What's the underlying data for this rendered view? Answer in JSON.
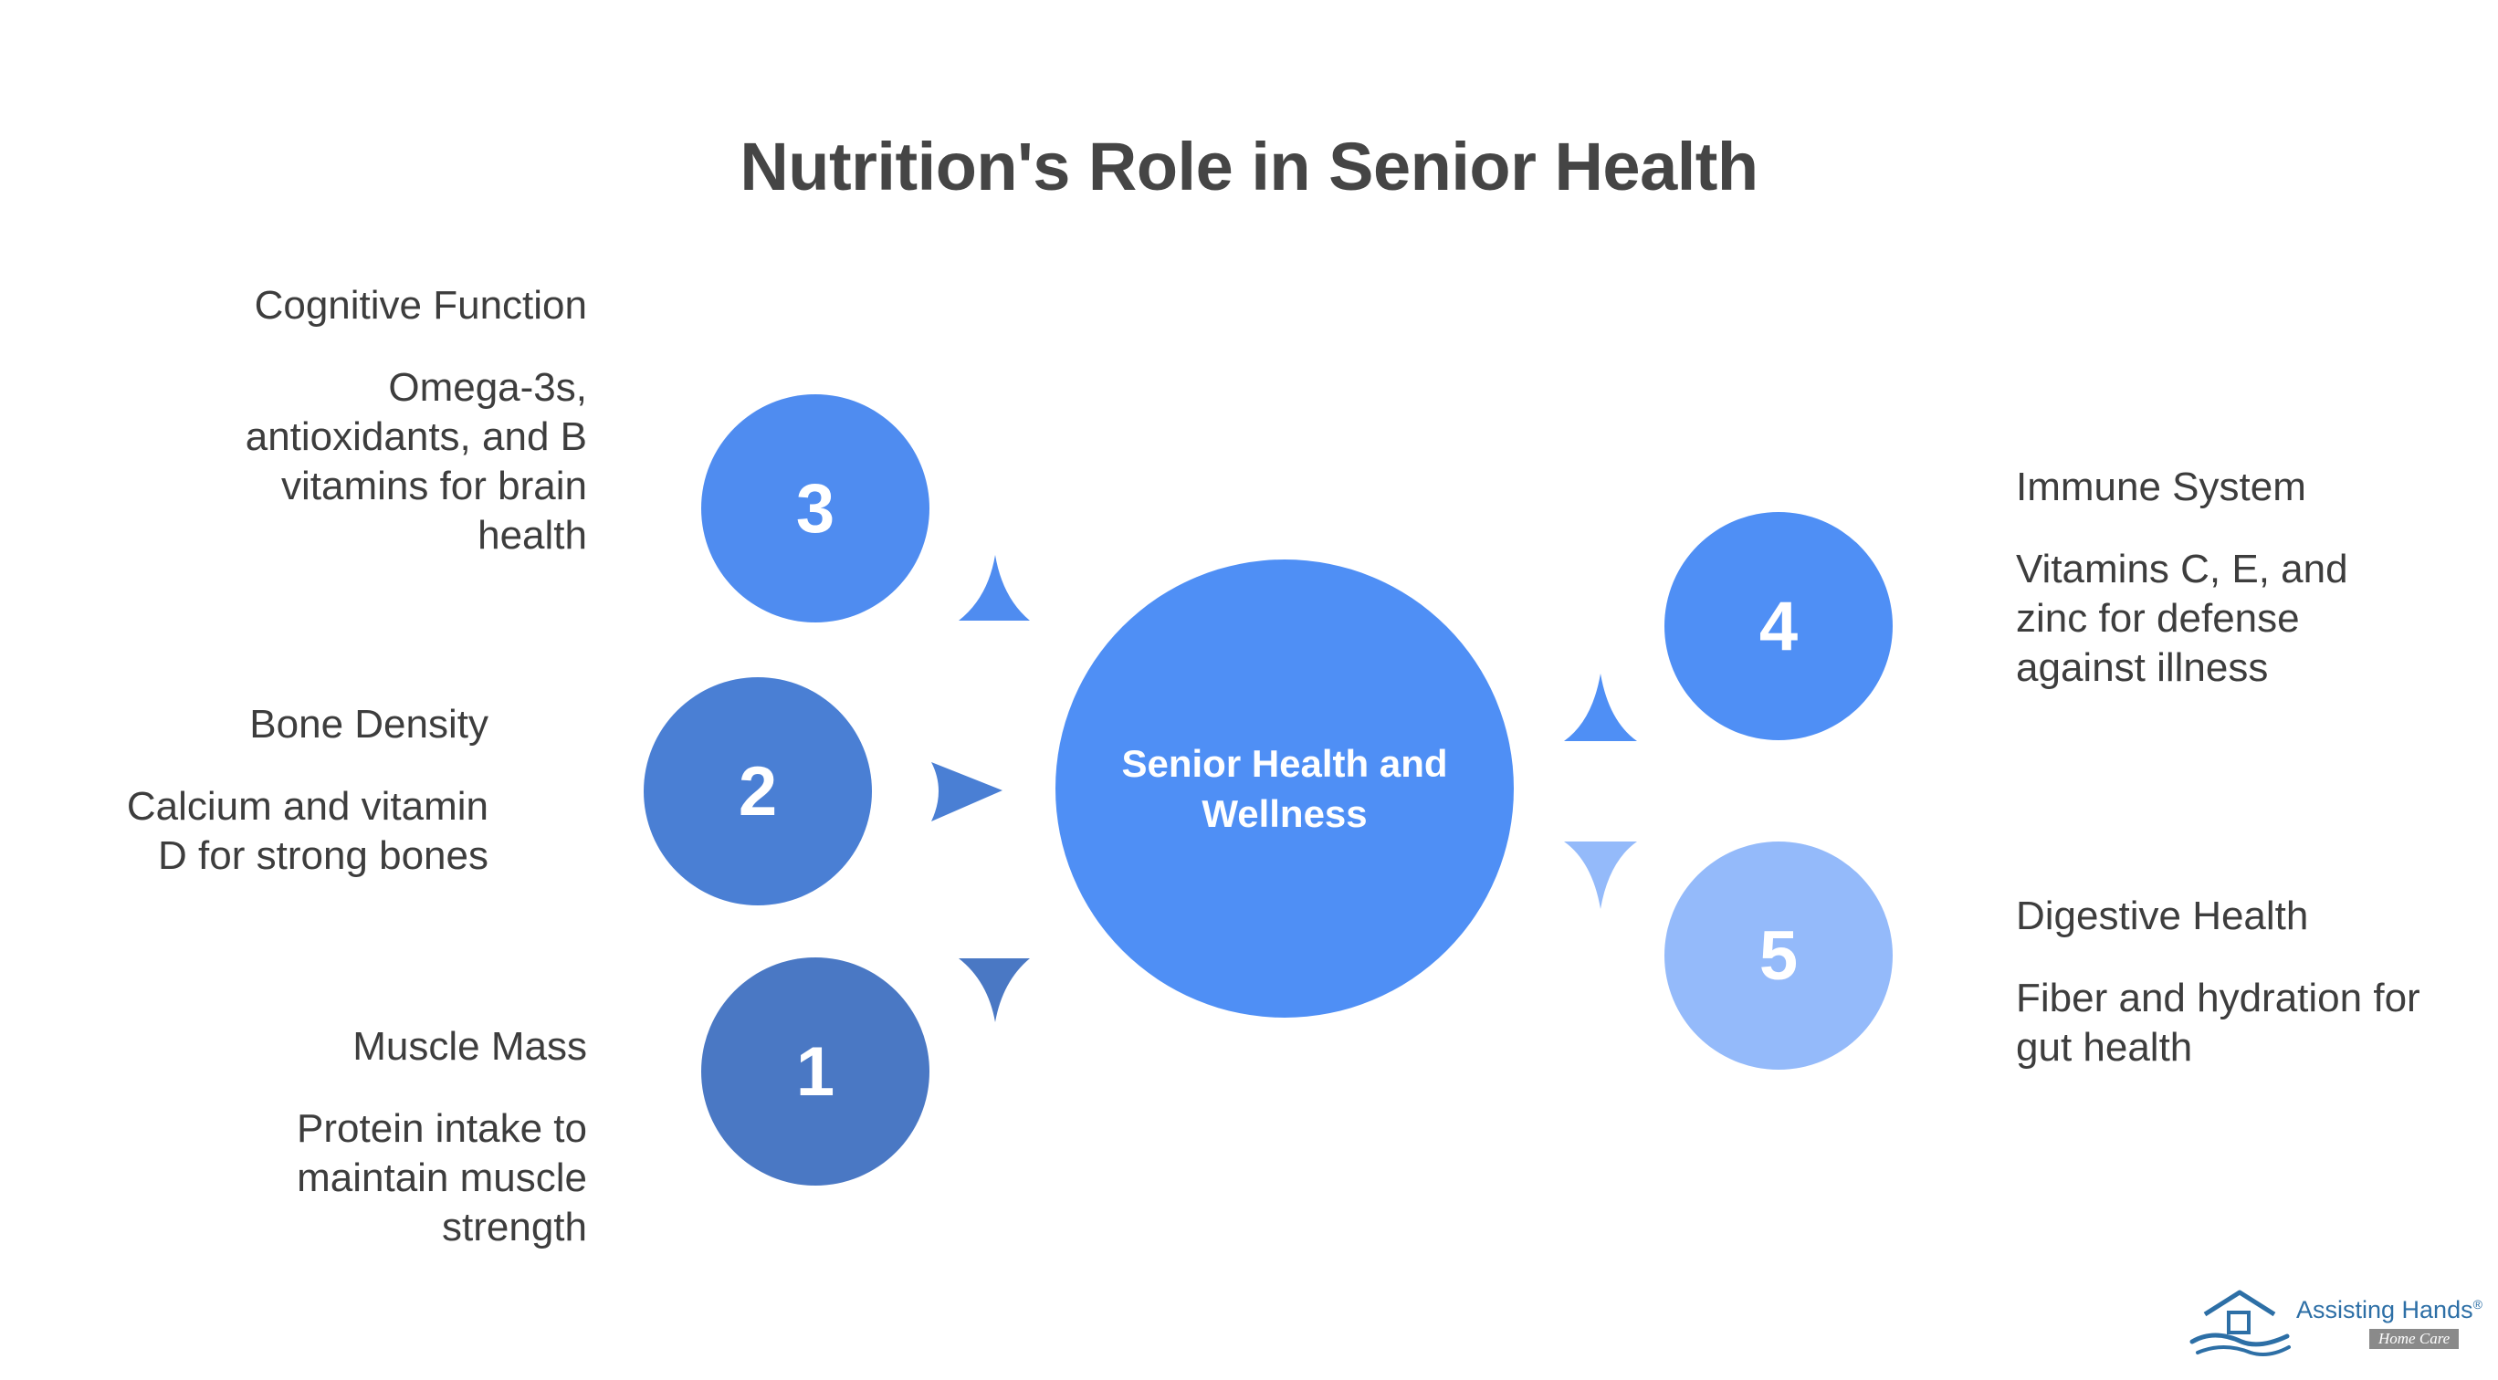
{
  "title": "Nutrition's Role in Senior Health",
  "center": {
    "label": "Senior Health and Wellness"
  },
  "colors": {
    "center": "#4f8ff5",
    "item1": "#4a78c4",
    "item2": "#4a7fd4",
    "item3": "#4f8cf0",
    "item4": "#4f8ff5",
    "item5": "#94bafa"
  },
  "items": [
    {
      "number": "1",
      "heading": "Muscle Mass",
      "description": "Protein intake to maintain muscle strength"
    },
    {
      "number": "2",
      "heading": "Bone Density",
      "description": "Calcium and vitamin D for strong bones"
    },
    {
      "number": "3",
      "heading": "Cognitive Function",
      "description": "Omega-3s, antioxidants, and B vitamins for brain health"
    },
    {
      "number": "4",
      "heading": "Immune System",
      "description": "Vitamins C, E, and zinc for defense against illness"
    },
    {
      "number": "5",
      "heading": "Digestive Health",
      "description": "Fiber and hydration for gut health"
    }
  ],
  "logo": {
    "name": "Assisting Hands",
    "mark": "®",
    "subtitle": "Home Care"
  }
}
